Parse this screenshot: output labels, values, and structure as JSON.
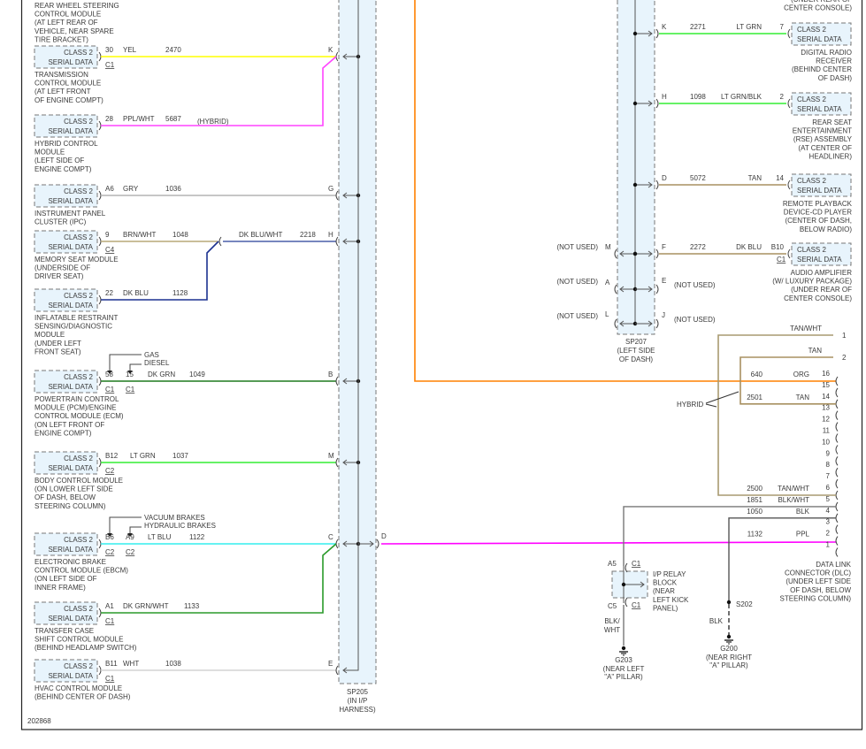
{
  "figure_id": "202868",
  "top_continuation_label": [
    "REAR WHEEL STEERING",
    "CONTROL MODULE",
    "(AT LEFT REAR OF",
    "VEHICLE, NEAR SPARE",
    "TIRE BRACKET)"
  ],
  "top_right_continuation_label": [
    "(UNDER REAR OF",
    "CENTER CONSOLE)"
  ],
  "module_box": [
    "CLASS 2",
    "SERIAL DATA"
  ],
  "wire_colors": {
    "YEL": "#ffff00",
    "PPL/WHT": "#ff44ff",
    "GRY": "#b4b4b4",
    "BRN/WHT": "#b8a878",
    "DK BLU": "#1c3190",
    "DK BLU/WHT": "#4a5ea8",
    "DK GRN": "#1f7a1f",
    "LT GRN": "#33ee33",
    "LT BLU": "#33eeee",
    "DK GRN/WHT": "#2a9a2a",
    "WHT": "#d4d4d4",
    "TAN": "#a89060",
    "ORG": "#ff8000",
    "PPL": "#ff00ff",
    "BLK": "#555555",
    "BLK/WHT": "#777777",
    "TAN/WHT": "#a89a70",
    "LT GRN/BLK": "#33ee33"
  },
  "left_modules": [
    {
      "pins": [
        "30"
      ],
      "connectors": [
        "C1"
      ],
      "color": "YEL",
      "circuit": "2470",
      "splice_pin": "K",
      "name": [
        "TRANSMISSION",
        "CONTROL MODULE",
        "(AT LEFT FRONT",
        "OF ENGINE COMPT)"
      ]
    },
    {
      "pins": [
        "28"
      ],
      "connectors": [],
      "color": "PPL/WHT",
      "circuit": "5687",
      "note": "(HYBRID)",
      "splice_pin": "",
      "name": [
        "HYBRID CONTROL",
        "MODULE",
        "(LEFT SIDE OF",
        "ENGINE COMPT)"
      ]
    },
    {
      "pins": [
        "A6"
      ],
      "connectors": [],
      "color": "GRY",
      "circuit": "1036",
      "splice_pin": "G",
      "name": [
        "INSTRUMENT PANEL",
        "CLUSTER (IPC)"
      ]
    },
    {
      "pins": [
        "9"
      ],
      "connectors": [
        "C4"
      ],
      "color": "BRN/WHT",
      "circuit": "1048",
      "splice_pin": "H",
      "joined_color": "DK BLU/WHT",
      "joined_circuit": "2218",
      "name": [
        "MEMORY SEAT MODULE",
        "(UNDERSIDE OF",
        "DRIVER SEAT)"
      ]
    },
    {
      "pins": [
        "22"
      ],
      "connectors": [],
      "color": "DK BLU",
      "circuit": "1128",
      "splice_pin": "",
      "name": [
        "INFLATABLE RESTRAINT",
        "SENSING/DIAGNOSTIC",
        "MODULE",
        "(UNDER LEFT",
        "FRONT SEAT)"
      ]
    },
    {
      "pins": [
        "58",
        "15"
      ],
      "connectors": [
        "C1",
        "C1"
      ],
      "options": [
        "GAS",
        "DIESEL"
      ],
      "color": "DK GRN",
      "circuit": "1049",
      "splice_pin": "B",
      "name": [
        "POWERTRAIN CONTROL",
        "MODULE (PCM)/ENGINE",
        "CONTROL MODULE (ECM)",
        "(ON LEFT FRONT OF",
        "ENGINE COMPT)"
      ]
    },
    {
      "pins": [
        "B12"
      ],
      "connectors": [
        "C2"
      ],
      "color": "LT GRN",
      "circuit": "1037",
      "splice_pin": "M",
      "name": [
        "BODY CONTROL MODULE",
        "(ON LOWER LEFT SIDE",
        "OF DASH, BELOW",
        "STEERING COLUMN)"
      ]
    },
    {
      "pins": [
        "B6",
        "A9"
      ],
      "connectors": [
        "C2",
        "C2"
      ],
      "options": [
        "VACUUM BRAKES",
        "HYDRAULIC BRAKES"
      ],
      "color": "LT BLU",
      "circuit": "1122",
      "splice_pin": "C",
      "name": [
        "ELECTRONIC BRAKE",
        "CONTROL MODULE (EBCM)",
        "(ON LEFT SIDE OF",
        "INNER FRAME)"
      ]
    },
    {
      "pins": [
        "A1"
      ],
      "connectors": [
        "C1"
      ],
      "color": "DK GRN/WHT",
      "circuit": "1133",
      "splice_pin": "",
      "name": [
        "TRANSFER CASE",
        "SHIFT CONTROL MODULE",
        "(BEHIND HEADLAMP SWITCH)"
      ]
    },
    {
      "pins": [
        "B11"
      ],
      "connectors": [
        "C1"
      ],
      "color": "WHT",
      "circuit": "1038",
      "splice_pin": "E",
      "name": [
        "HVAC CONTROL MODULE",
        "(BEHIND CENTER OF DASH)"
      ]
    }
  ],
  "sp205": {
    "label": [
      "SP205",
      "(IN I/P",
      "HARNESS)"
    ],
    "output_pin": "D"
  },
  "sp207": {
    "label": [
      "SP207",
      "(LEFT SIDE",
      "OF DASH)"
    ],
    "not_used_left": [
      {
        "pin": "M",
        "text": "(NOT USED)"
      },
      {
        "pin": "A",
        "text": "(NOT USED)"
      },
      {
        "pin": "L",
        "text": "(NOT USED)"
      }
    ],
    "not_used_right": [
      {
        "pin": "E",
        "text": "(NOT USED)"
      },
      {
        "pin": "J",
        "text": "(NOT USED)"
      }
    ]
  },
  "right_modules": [
    {
      "splice_pin": "K",
      "circuit": "2271",
      "color": "LT GRN",
      "pin": "7",
      "connector": "",
      "name": [
        "DIGITAL RADIO",
        "RECEIVER",
        "(BEHIND CENTER",
        "OF DASH)"
      ]
    },
    {
      "splice_pin": "H",
      "circuit": "1098",
      "color": "LT GRN/BLK",
      "pin": "2",
      "connector": "",
      "name": [
        "REAR SEAT",
        "ENTERTAINMENT",
        "(RSE) ASSEMBLY",
        "(AT CENTER OF",
        "HEADLINER)"
      ]
    },
    {
      "splice_pin": "D",
      "circuit": "5072",
      "color": "TAN",
      "pin": "14",
      "connector": "",
      "name": [
        "REMOTE PLAYBACK",
        "DEVICE-CD PLAYER",
        "(CENTER OF DASH,",
        "BELOW RADIO)"
      ]
    },
    {
      "splice_pin": "F",
      "circuit": "2272",
      "color": "DK BLU",
      "pin": "B10",
      "connector": "C1",
      "name": [
        "AUDIO AMPLIFIER",
        "(W/ LUXURY PACKAGE)",
        "(UNDER REAR OF",
        "CENTER CONSOLE)"
      ]
    }
  ],
  "dlc": {
    "name": [
      "DATA LINK",
      "CONNECTOR (DLC)",
      "(UNDER LEFT SIDE",
      "OF DASH, BELOW",
      "STEERING COLUMN)"
    ],
    "pins": [
      "16",
      "15",
      "14",
      "13",
      "12",
      "11",
      "10",
      "9",
      "8",
      "7",
      "6",
      "5",
      "4",
      "3",
      "2",
      "1"
    ],
    "wires": [
      {
        "pin": "16",
        "circuit": "640",
        "color": "ORG"
      },
      {
        "pin": "14",
        "circuit": "2501",
        "color": "TAN"
      },
      {
        "pin": "6",
        "circuit": "2500",
        "color": "TAN/WHT"
      },
      {
        "pin": "5",
        "circuit": "1851",
        "color": "BLK/WHT"
      },
      {
        "pin": "4",
        "circuit": "1050",
        "color": "BLK"
      },
      {
        "pin": "2",
        "circuit": "1132",
        "color": "PPL"
      }
    ],
    "hybrid_inputs": [
      {
        "pin": "1",
        "color": "TAN/WHT"
      },
      {
        "pin": "2",
        "color": "TAN"
      }
    ],
    "hybrid_label": "HYBRID"
  },
  "relay_block": {
    "name": [
      "I/P RELAY",
      "BLOCK",
      "(NEAR",
      "LEFT KICK",
      "PANEL)"
    ],
    "pin_top": "A5",
    "pin_bottom": "C5",
    "conn_top": "C1",
    "conn_bottom": "C1",
    "wire_color": [
      "BLK/",
      "WHT"
    ]
  },
  "ground_g203": {
    "id": "G203",
    "location": [
      "(NEAR LEFT",
      "\"A\" PILLAR)"
    ]
  },
  "splice_s202": {
    "id": "S202",
    "wire_color": "BLK"
  },
  "ground_g200": {
    "id": "G200",
    "location": [
      "(NEAR RIGHT",
      "\"A\" PILLAR)"
    ]
  }
}
